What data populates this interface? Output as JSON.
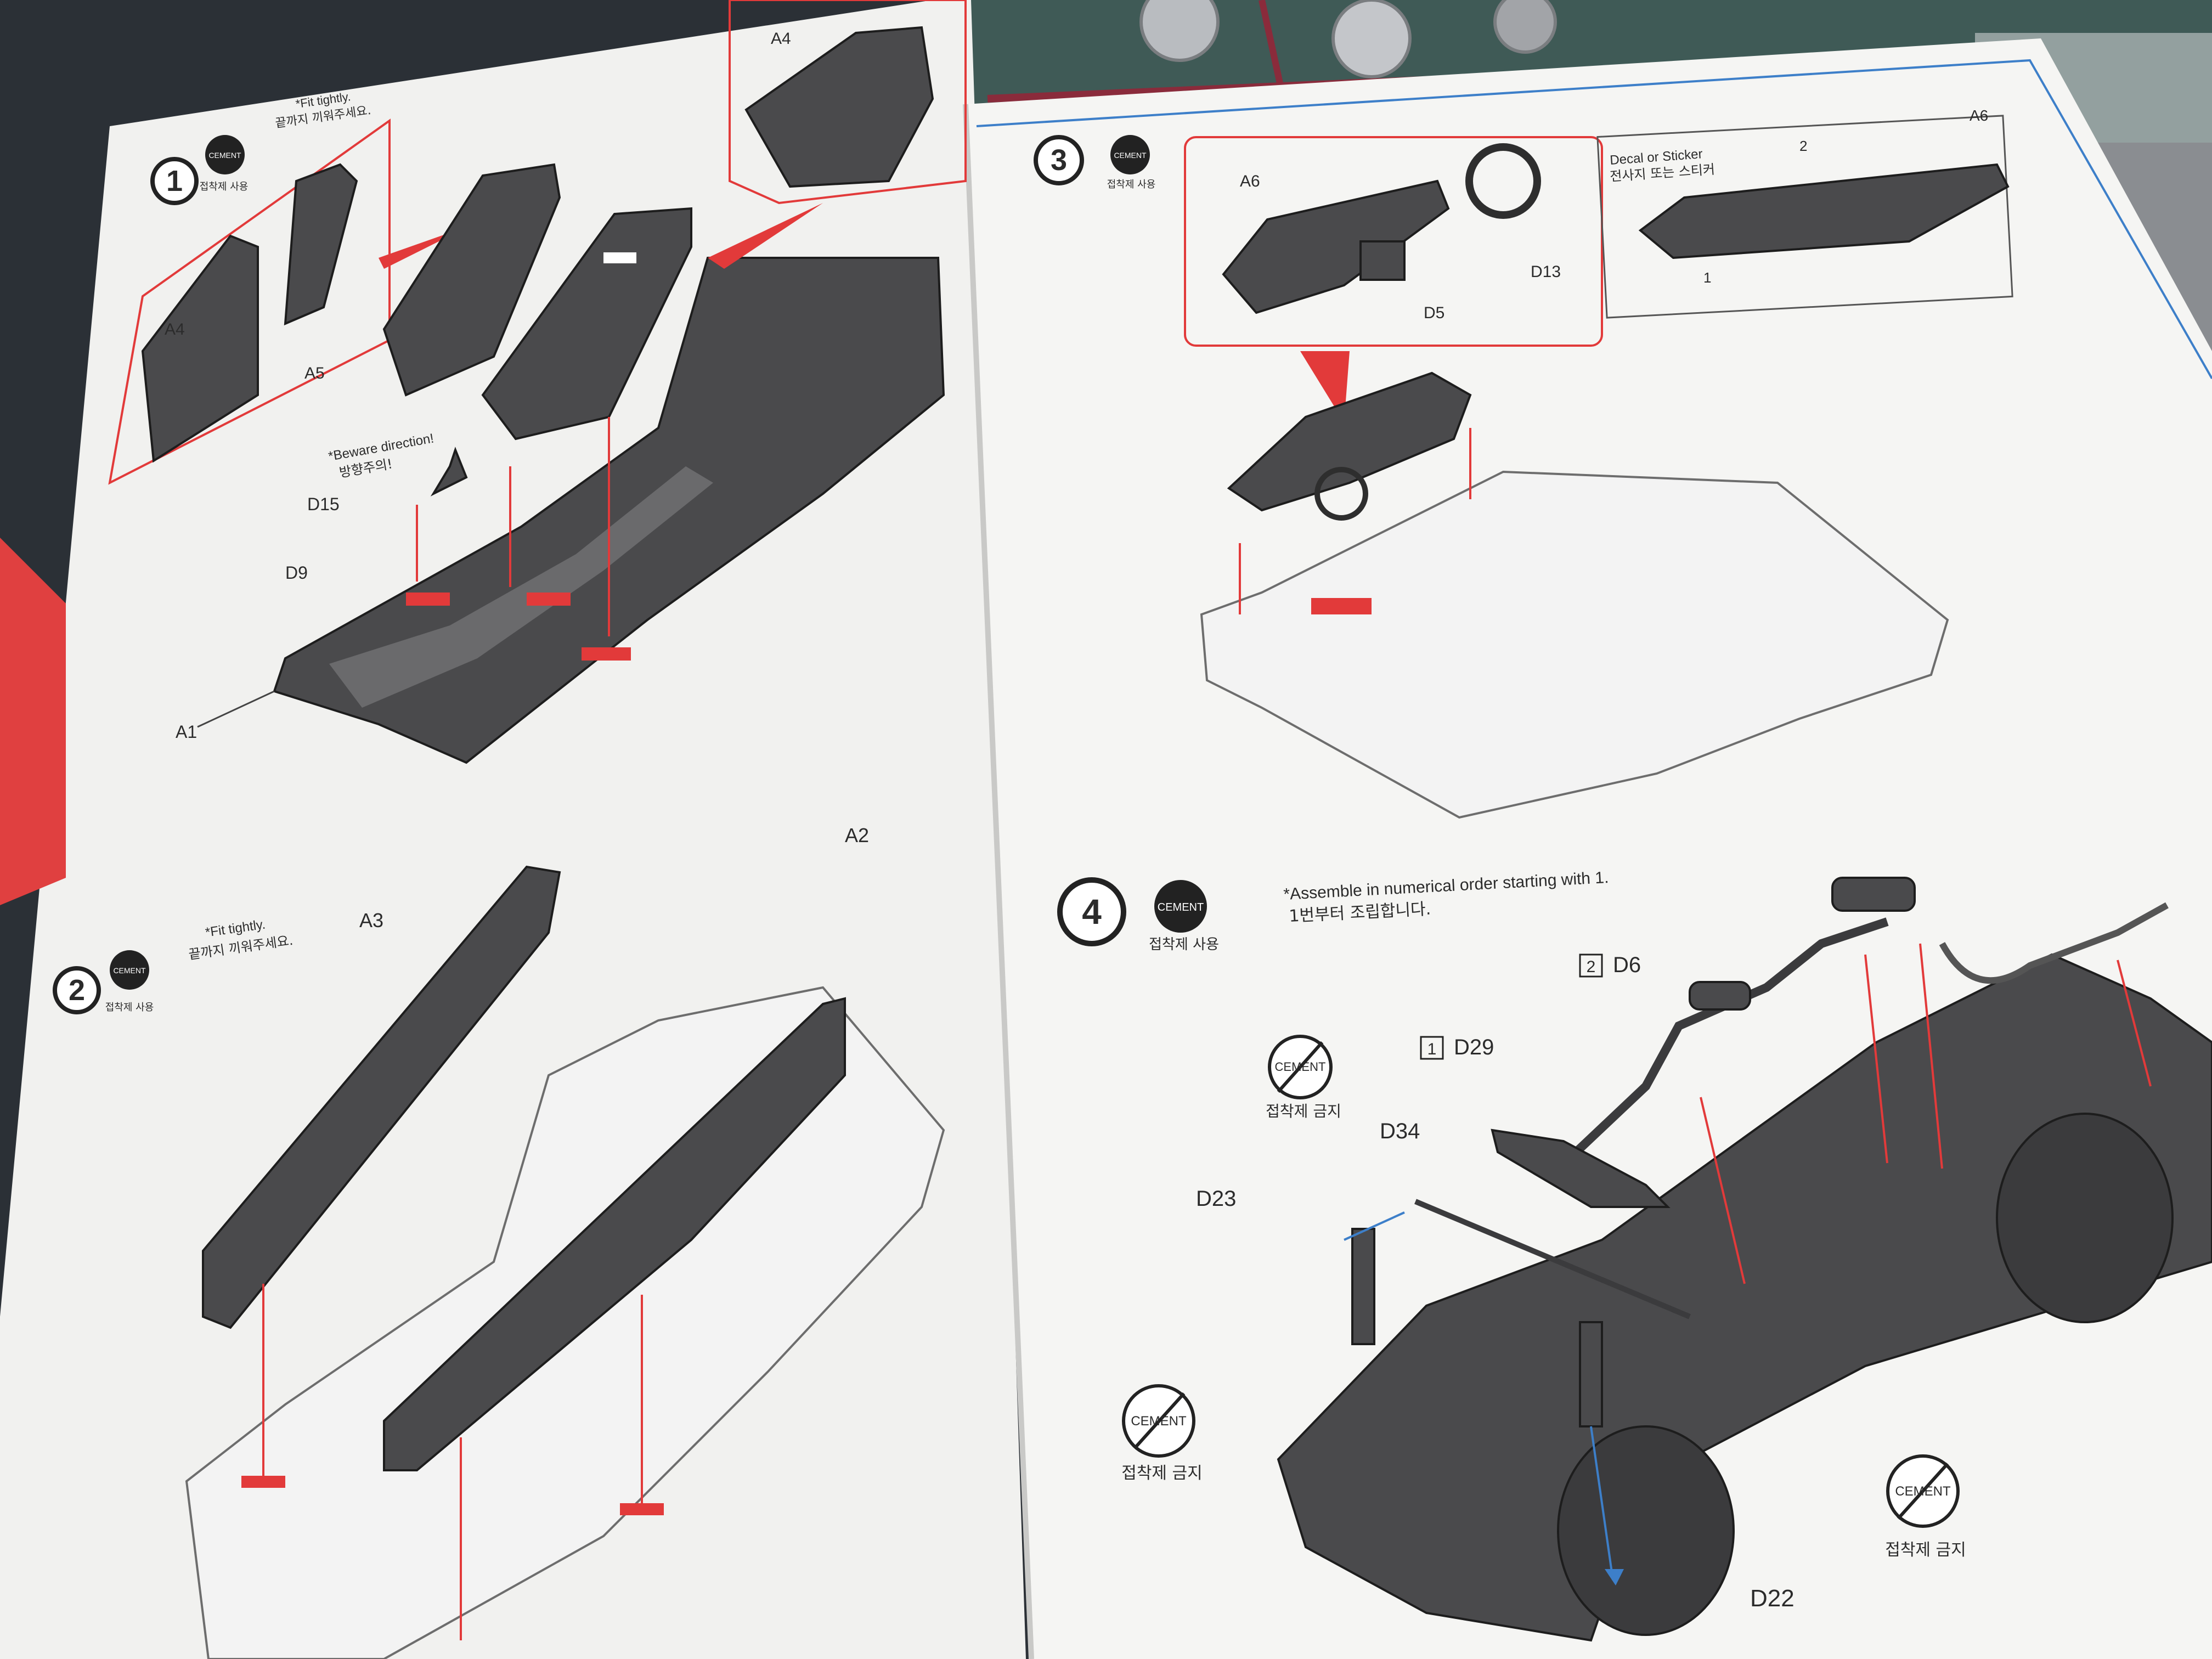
{
  "left_page": {
    "step1": {
      "number": "1",
      "cement": "CEMENT",
      "cement_kr": "접착제 사용",
      "note_en": "*Fit tightly.",
      "note_kr": "끝까지 끼워주세요.",
      "beware_en": "*Beware direction!",
      "beware_kr": "방향주의!",
      "parts": [
        "A4",
        "A5",
        "D15",
        "D9",
        "A1"
      ]
    },
    "inset_top": {
      "part": "A4"
    },
    "step2": {
      "number": "2",
      "cement": "CEMENT",
      "cement_kr": "접착제 사용",
      "note_en": "*Fit tightly.",
      "note_kr": "끝까지 끼워주세요.",
      "parts": [
        "A3",
        "A2"
      ]
    }
  },
  "right_page": {
    "step3": {
      "number": "3",
      "cement": "CEMENT",
      "cement_kr": "접착제 사용",
      "parts": [
        "A6",
        "D13",
        "D5"
      ],
      "decal_box": {
        "part": "A6",
        "title_en": "Decal or Sticker",
        "title_kr": "전사지 또는 스티커",
        "markers": [
          "1",
          "2"
        ]
      }
    },
    "step4": {
      "number": "4",
      "cement": "CEMENT",
      "cement_kr": "접착제 사용",
      "note_en": "*Assemble in numerical order starting with 1.",
      "note_kr": "1번부터 조립합니다.",
      "no_cement": "CEMENT",
      "no_cement_kr": "접착제 금지",
      "parts": {
        "d6": "D6",
        "d29": "D29",
        "d34": "D34",
        "d23": "D23",
        "d22": "D22"
      },
      "order": {
        "first": "1",
        "second": "2"
      }
    }
  },
  "colors": {
    "accent_red": "#e23a3a",
    "accent_blue": "#3d7fc9",
    "part_dark": "#4a4a4c",
    "paper": "#f4f4f2"
  }
}
